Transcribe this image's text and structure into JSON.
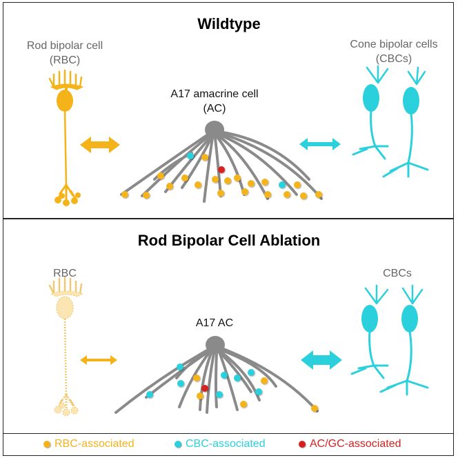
{
  "colors": {
    "rbc": "#f5b31a",
    "rbc_faded": "#fbe6b3",
    "cbc": "#2ad0dc",
    "ac": "#8a8a8a",
    "red": "#d62020",
    "border": "#222222"
  },
  "top_panel": {
    "title": "Wildtype",
    "rbc_label_line1": "Rod bipolar cell",
    "rbc_label_line2": "(RBC)",
    "cbc_label_line1": "Cone bipolar cells",
    "cbc_label_line2": "(CBCs)",
    "ac_label_line1": "A17 amacrine cell",
    "ac_label_line2": "(AC)"
  },
  "bottom_panel": {
    "title": "Rod Bipolar Cell Ablation",
    "rbc_label": "RBC",
    "cbc_label": "CBCs",
    "ac_label": "A17 AC"
  },
  "legend": [
    {
      "label": "RBC-associated",
      "color": "#f5b31a",
      "text_color": "#f5b31a"
    },
    {
      "label": "CBC-associated",
      "color": "#2ad0dc",
      "text_color": "#2ad0dc"
    },
    {
      "label": "AC/GC-associated",
      "color": "#d62020",
      "text_color": "#d62020"
    }
  ]
}
